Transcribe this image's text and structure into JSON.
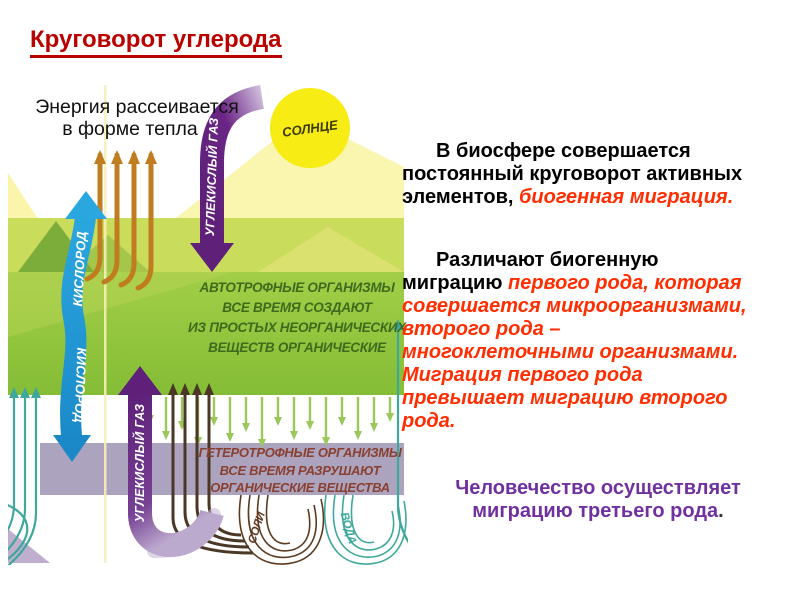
{
  "title": "Круговорот углерода",
  "diagram": {
    "energy_line1": "Энергия рассеивается",
    "energy_line2": "в форме тепла",
    "sun_label": "СОЛНЦЕ",
    "co2_label_top": "УГЛЕКИСЛЫЙ  ГАЗ",
    "co2_label_bottom": "УГЛЕКИСЛЫЙ  ГАЗ",
    "oxygen_label_top": "КИСЛОРОД",
    "oxygen_label_bottom": "КИСЛОРОД",
    "autotroph_lines": {
      "0": "АВТОТРОФНЫЕ ОРГАНИЗМЫ",
      "1": "ВСЕ ВРЕМЯ СОЗДАЮТ",
      "2": "ИЗ ПРОСТЫХ НЕОРГАНИЧЕСКИХ",
      "3": "ВЕЩЕСТВ ОРГАНИЧЕСКИЕ"
    },
    "heterotroph_lines": {
      "0": "ГЕТЕРОТРОФНЫЕ ОРГАНИЗМЫ",
      "1": "ВСЕ ВРЕМЯ РАЗРУШАЮТ",
      "2": "ОРГАНИЧЕСКИЕ ВЕЩЕСТВА"
    },
    "salts_label": "СОЛИ",
    "water_label": "ВОДА"
  },
  "paragraphs": {
    "p1": {
      "l1": "В биосфере совершается",
      "l2": "постоянный круговорот активных",
      "l3_black": "элементов, ",
      "l3_red": "биогенная миграция."
    },
    "p2": {
      "l1": "Различают биогенную",
      "l2_black": "миграцию ",
      "l2_red": "первого рода, которая",
      "l3": "совершается микроорганизмами,",
      "l4": "второго рода –",
      "l5": "многоклеточными организмами.",
      "l6": "Миграция первого рода",
      "l7": "превышает миграцию второго",
      "l8": "рода."
    },
    "p3": {
      "l1": "Человечество осуществляет",
      "l2": "миграцию третьего рода",
      "l2_dot": "."
    }
  },
  "colors": {
    "title_red": "#BB0000",
    "body_red": "#FF2D00",
    "body_purple": "#7030A0",
    "sun_yellow": "#F7EC13",
    "green_band": "#93C83E",
    "upper_band": "#C9DC5B",
    "purple_band": "#ACA4BE",
    "oxygen_blue": "#2098D6",
    "co2_purple": "#5E2079",
    "heat_orange": "#C07D20",
    "salts_brown": "#5C3A20",
    "water_teal": "#3EA89C"
  }
}
